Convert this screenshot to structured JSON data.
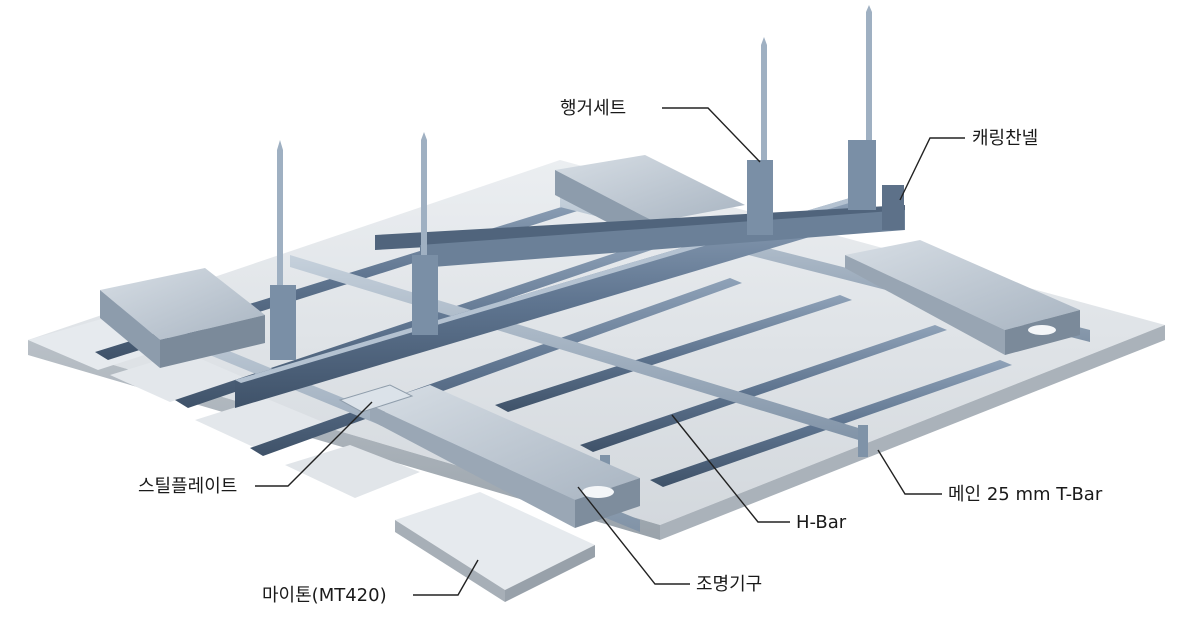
{
  "labels": {
    "hanger_set": "행거세트",
    "carrying_channel": "캐링찬넬",
    "steel_plate": "스틸플레이트",
    "main_tbar": "메인 25 mm T-Bar",
    "h_bar": "H-Bar",
    "mytone": "마이톤(MT420)",
    "light_fixture": "조명기구"
  }
}
